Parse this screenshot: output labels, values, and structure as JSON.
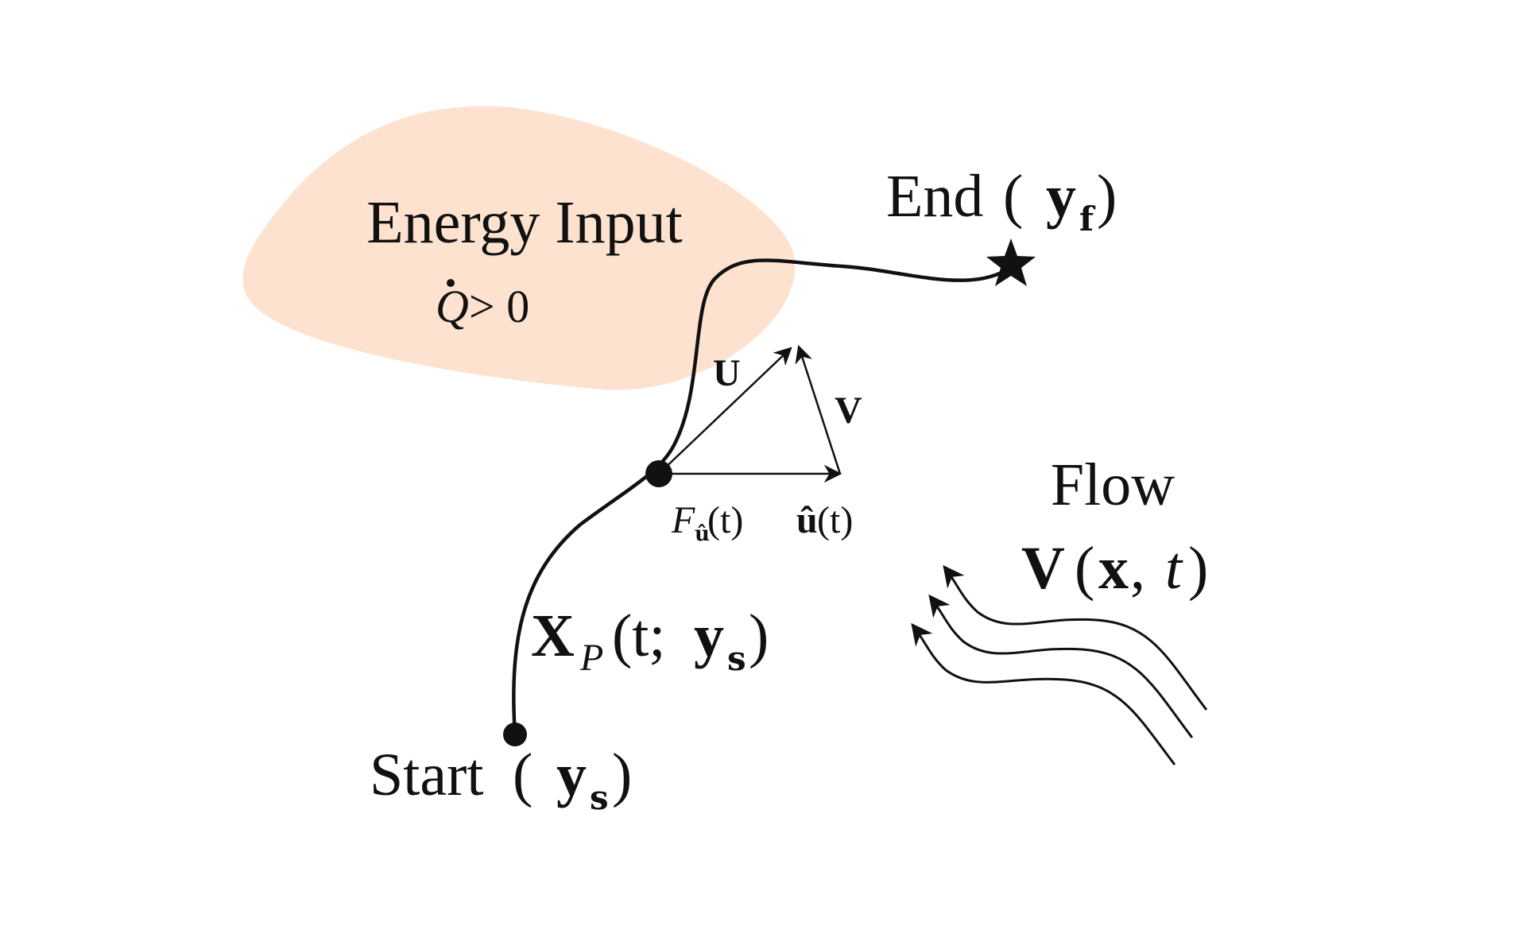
{
  "energy_region": {
    "title": "Energy Input",
    "condition_symbol": "Q",
    "condition_rest": " > 0",
    "fill_color": "#fde2cf"
  },
  "end": {
    "word": "End",
    "open_paren": " (",
    "symbol": "y",
    "subscript": "f",
    "close_paren": ")"
  },
  "start": {
    "word": "Start",
    "open_paren": " (",
    "symbol": "y",
    "subscript": "s",
    "close_paren": ")"
  },
  "trajectory": {
    "symbol": "X",
    "subscript": "P",
    "args_open": "(t; ",
    "arg_symbol": "y",
    "arg_subscript": "s",
    "args_close": ")"
  },
  "vectors": {
    "U_label": "U",
    "V_label": "V",
    "force_symbol": "F",
    "force_subscript": "û",
    "force_arg": " (t)",
    "direction_symbol": "û",
    "direction_arg": "(t)"
  },
  "flow": {
    "title": "Flow",
    "field_symbol": "V",
    "field_open": "(",
    "field_x": "x",
    "field_sep": ", ",
    "field_t": "t",
    "field_close": ")"
  },
  "colors": {
    "ink": "#111111",
    "blob": "#fde2cf"
  }
}
